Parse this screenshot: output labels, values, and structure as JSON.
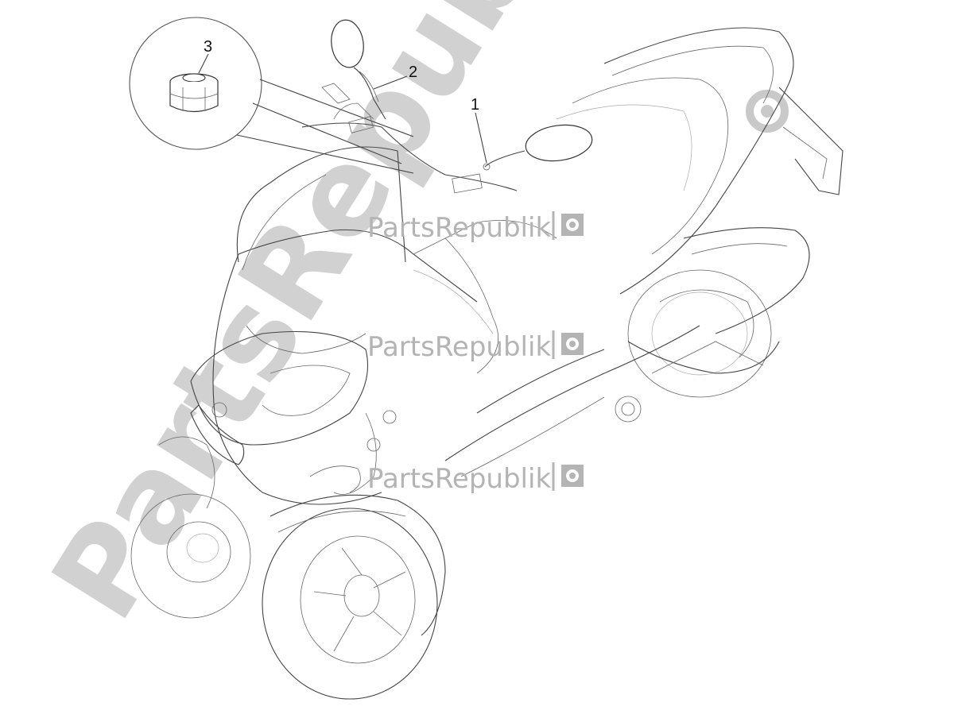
{
  "callouts": [
    {
      "id": "1",
      "label": "1",
      "part": "rear-view-mirror-right"
    },
    {
      "id": "2",
      "label": "2",
      "part": "rear-view-mirror-left"
    },
    {
      "id": "3",
      "label": "3",
      "part": "mirror-nut"
    }
  ],
  "watermark": {
    "text": "PartsRepublik",
    "big_text": "PartsRepublik",
    "icon": "gear-flag-icon",
    "color": "#b4b4b4"
  },
  "colors": {
    "line": "#444444",
    "background": "#ffffff",
    "watermark_big": "#c9c9c9"
  }
}
